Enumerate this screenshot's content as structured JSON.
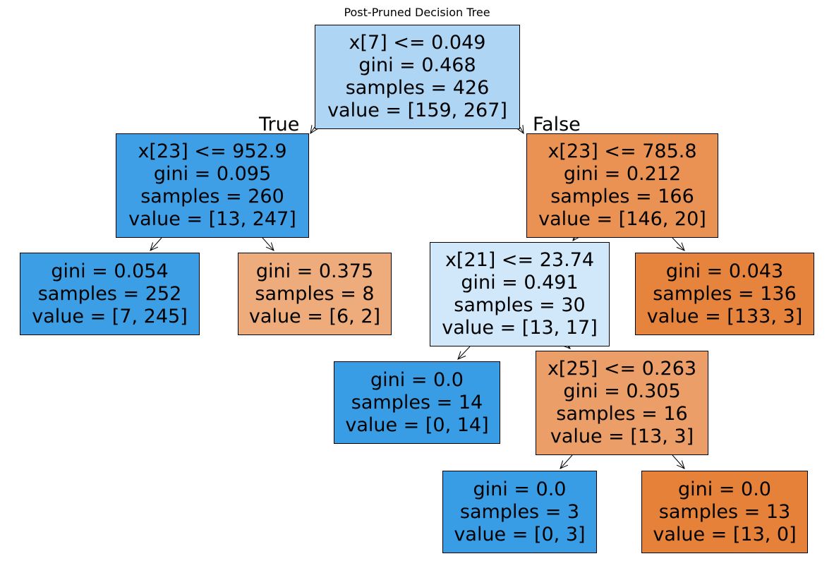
{
  "title": "Post-Pruned Decision Tree",
  "edge_labels": {
    "true": "True",
    "false": "False"
  },
  "nodes": {
    "root": {
      "lines": [
        "x[7] <= 0.049",
        "gini = 0.468",
        "samples = 426",
        "value = [159, 267]"
      ],
      "fill": "#aed5f4"
    },
    "n1": {
      "lines": [
        "x[23] <= 952.9",
        "gini = 0.095",
        "samples = 260",
        "value = [13, 247]"
      ],
      "fill": "#3e9fe6"
    },
    "n2": {
      "lines": [
        "gini = 0.054",
        "samples = 252",
        "value = [7, 245]"
      ],
      "fill": "#3c9ee5"
    },
    "n3": {
      "lines": [
        "gini = 0.375",
        "samples = 8",
        "value = [6, 2]"
      ],
      "fill": "#eeab7b"
    },
    "n4": {
      "lines": [
        "x[23] <= 785.8",
        "gini = 0.212",
        "samples = 166",
        "value = [146, 20]"
      ],
      "fill": "#e99254"
    },
    "n5": {
      "lines": [
        "x[21] <= 23.74",
        "gini = 0.491",
        "samples = 30",
        "value = [13, 17]"
      ],
      "fill": "#d0e8f9"
    },
    "n6": {
      "lines": [
        "gini = 0.0",
        "samples = 14",
        "value = [0, 14]"
      ],
      "fill": "#399de5"
    },
    "n7": {
      "lines": [
        "x[25] <= 0.263",
        "gini = 0.305",
        "samples = 16",
        "value = [13, 3]"
      ],
      "fill": "#eb9e67"
    },
    "n8": {
      "lines": [
        "gini = 0.0",
        "samples = 3",
        "value = [0, 3]"
      ],
      "fill": "#399de5"
    },
    "n9": {
      "lines": [
        "gini = 0.0",
        "samples = 13",
        "value = [13, 0]"
      ],
      "fill": "#e58139"
    },
    "n10": {
      "lines": [
        "gini = 0.043",
        "samples = 136",
        "value = [133, 3]"
      ],
      "fill": "#e6843d"
    }
  }
}
